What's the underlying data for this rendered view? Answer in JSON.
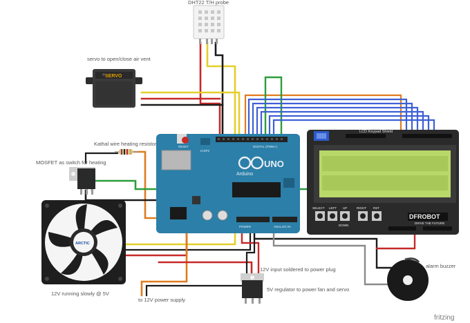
{
  "labels": {
    "dht_probe": "DHT22 T/H probe",
    "servo_label": "servo to open/close air vent",
    "kathal": "Kathal wire heating resistor",
    "mosfet": "MOSFET as switch for heating",
    "fan": "12V running slowly @ 5V",
    "supply": "to 12V power supply",
    "power_in": "12V input soldered to power plug",
    "regulator": "5V regulator to power fan and servo",
    "buzzer": "alarm buzzer",
    "lcd_shield": "LCD Keypad Shield"
  },
  "devices": {
    "servo_brand": "SERVO",
    "fan_brand": "ARCTIC",
    "arduino_name": "UNO",
    "arduino_sub": "Arduino",
    "arduino_reset": "RESET",
    "arduino_icsp": "ICSP2",
    "arduino_digital": "DIGITAL (PWM~)",
    "arduino_power": "POWER",
    "arduino_analog": "ANALOG IN",
    "dfrobot": "DFROBOT",
    "dfrobot_sub": "DRIVE THE FUTURE",
    "btn_select": "SELECT",
    "btn_left": "LEFT",
    "btn_up": "UP",
    "btn_down": "DOWN",
    "btn_right": "RIGHT",
    "btn_rst": "RST"
  },
  "footer": {
    "brand": "fritzing"
  },
  "colors": {
    "board_blue": "#2b7fa8",
    "lcd_green": "#b9d86a",
    "shield_dark": "#2a2a2a",
    "wire_red": "#c62828",
    "wire_black": "#1a1a1a",
    "wire_yellow": "#e3cf2a",
    "wire_green": "#2a9d3a",
    "wire_blue": "#3d5fd6",
    "wire_orange": "#e07b1f",
    "wire_gray": "#8a8a8a"
  }
}
